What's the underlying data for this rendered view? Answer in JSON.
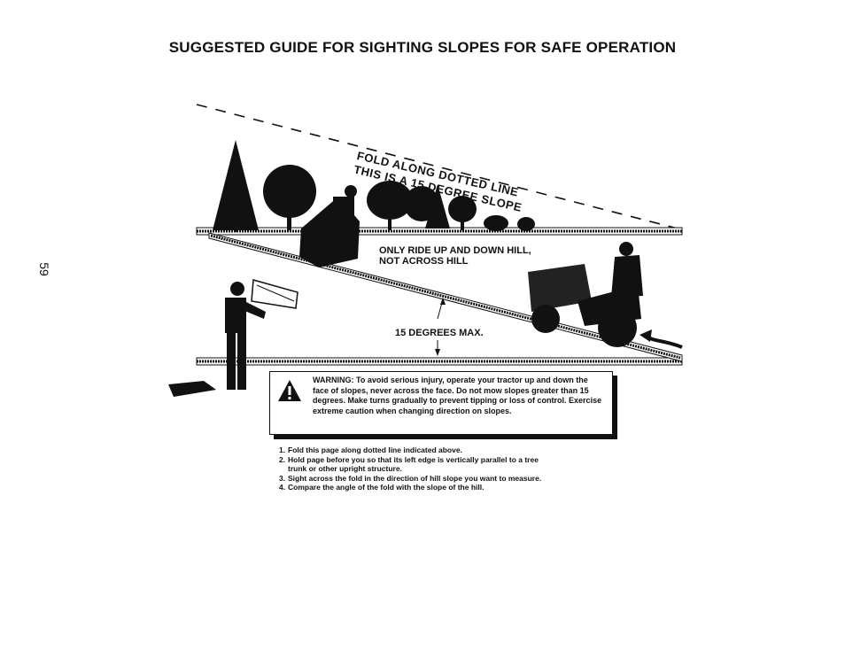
{
  "page": {
    "title": "SUGGESTED GUIDE FOR SIGHTING SLOPES FOR SAFE OPERATION",
    "page_number": "59"
  },
  "illustration": {
    "fold_label": "FOLD ALONG DOTTED LINE",
    "slope_label": "THIS IS A 15 DEGREE SLOPE",
    "ride_label_line1": "ONLY RIDE UP AND DOWN HILL,",
    "ride_label_line2": "NOT ACROSS HILL",
    "degrees_label": "15 DEGREES MAX."
  },
  "warning": {
    "icon": "warning-triangle-icon",
    "text": "WARNING: To avoid serious injury, operate your tractor up and down the face of slopes, never across the face. Do not mow slopes greater than 15 degrees. Make turns gradually to prevent tipping or loss of control. Exercise extreme caution when changing direction on slopes."
  },
  "steps": [
    {
      "num": "1.",
      "text": "Fold this page along dotted line indicated above."
    },
    {
      "num": "2.",
      "text": "Hold page before you so that its left edge is vertically parallel to a tree",
      "cont": "trunk or other upright structure."
    },
    {
      "num": "3.",
      "text": "Sight across the fold in the direction of hill slope you want to measure."
    },
    {
      "num": "4.",
      "text": "Compare the angle of the fold with the slope of the hill."
    }
  ]
}
